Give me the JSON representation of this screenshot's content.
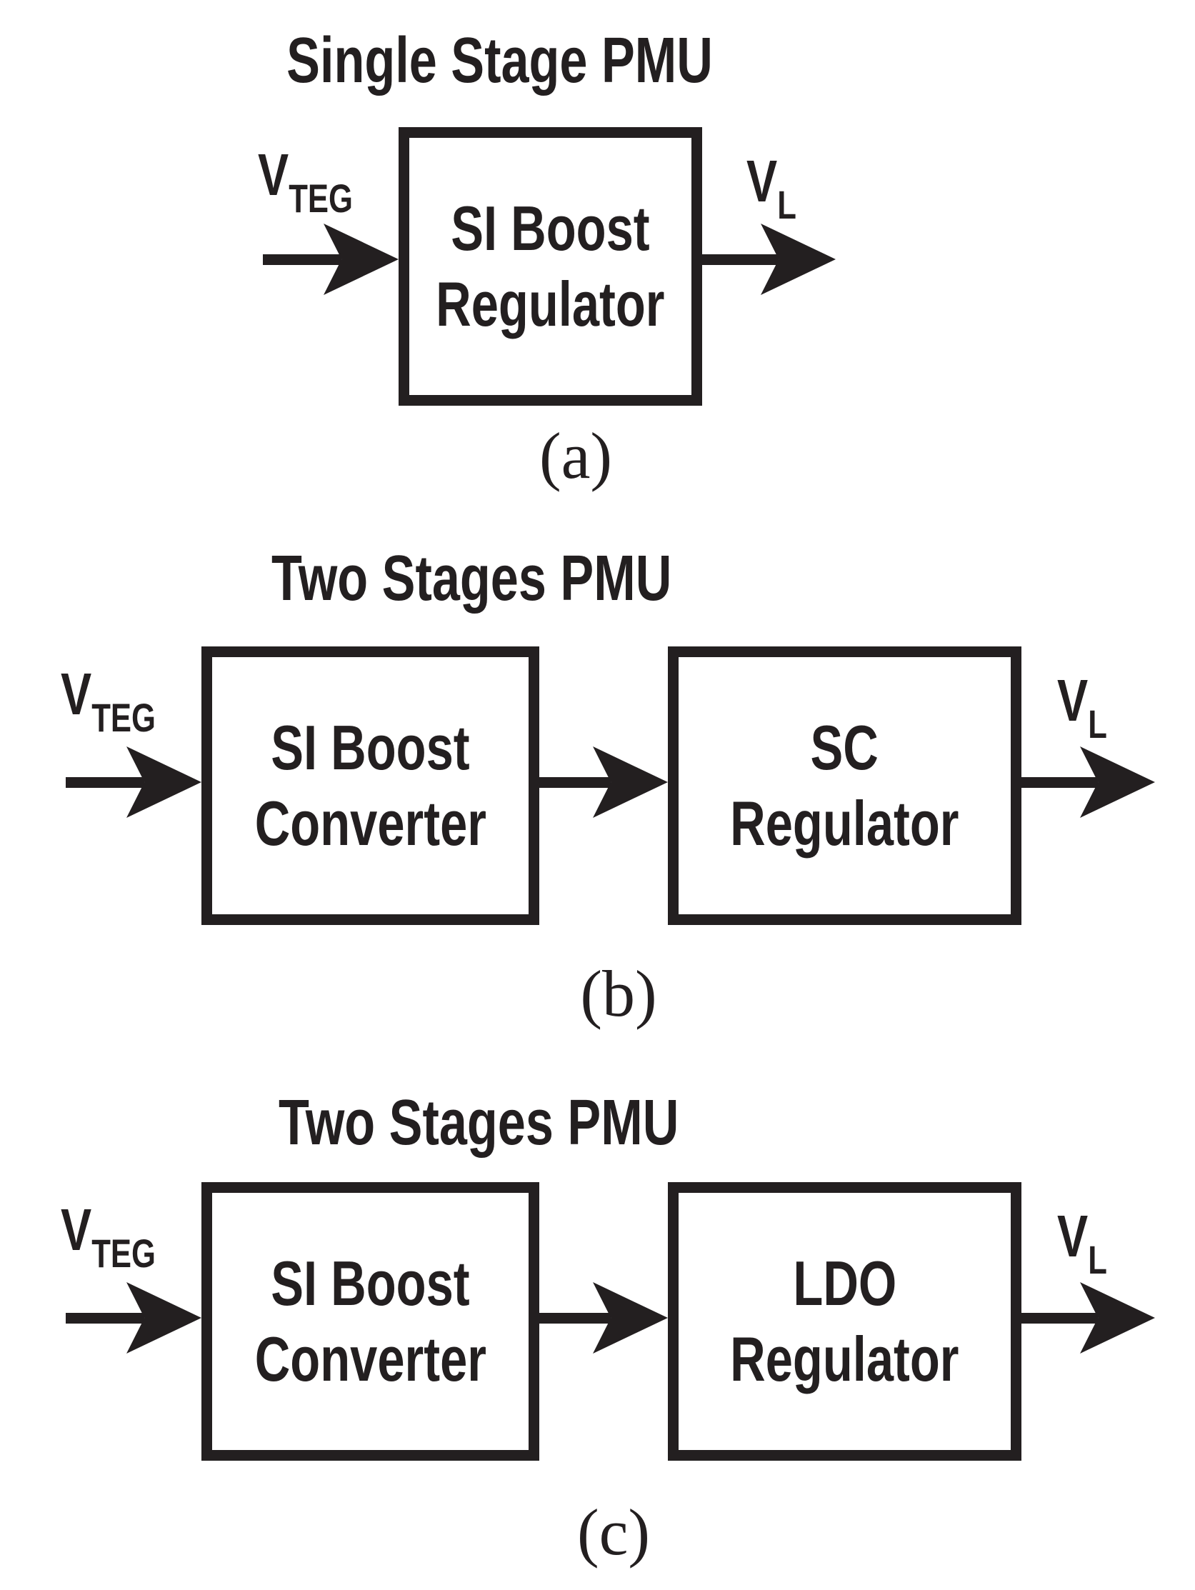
{
  "figure": {
    "background_color": "#ffffff",
    "ink_color": "#231f20",
    "panels": [
      {
        "id": "a",
        "title": "Single Stage PMU",
        "caption": "(a)",
        "input_signal": {
          "base": "V",
          "subscript": "TEG"
        },
        "output_signal": {
          "base": "V",
          "subscript": "L"
        },
        "blocks": [
          {
            "line1": "SI Boost",
            "line2": "Regulator"
          }
        ]
      },
      {
        "id": "b",
        "title": "Two Stages PMU",
        "caption": "(b)",
        "input_signal": {
          "base": "V",
          "subscript": "TEG"
        },
        "output_signal": {
          "base": "V",
          "subscript": "L"
        },
        "blocks": [
          {
            "line1": "SI Boost",
            "line2": "Converter"
          },
          {
            "line1": "SC",
            "line2": "Regulator"
          }
        ]
      },
      {
        "id": "c",
        "title": "Two Stages PMU",
        "caption": "(c)",
        "input_signal": {
          "base": "V",
          "subscript": "TEG"
        },
        "output_signal": {
          "base": "V",
          "subscript": "L"
        },
        "blocks": [
          {
            "line1": "SI Boost",
            "line2": "Converter"
          },
          {
            "line1": "LDO",
            "line2": "Regulator"
          }
        ]
      }
    ]
  }
}
